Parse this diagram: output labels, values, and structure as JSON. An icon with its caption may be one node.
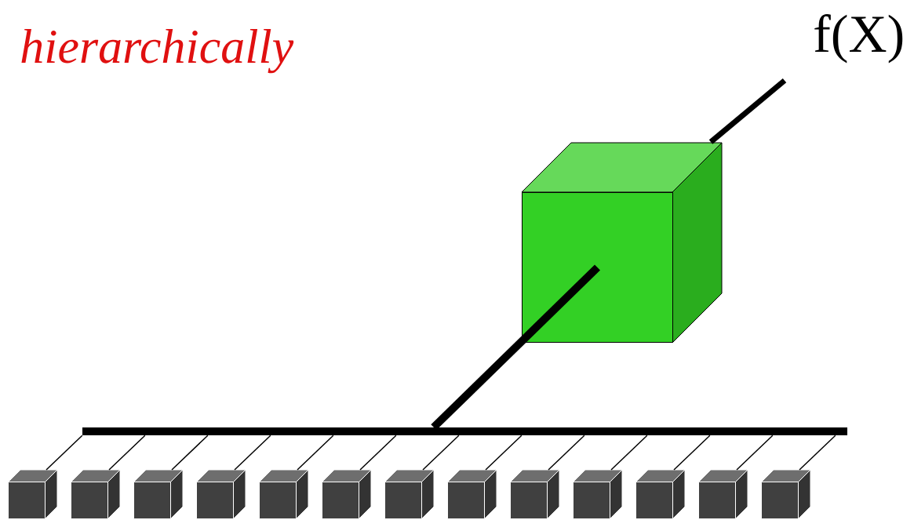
{
  "diagram": {
    "nodes": [
      {
        "text": [
          "f(X)"
        ]
      },
      {
        "text": [],
        "shape": "box"
      },
      {
        "text": [],
        "shape": "bar"
      },
      {
        "text": [],
        "shape": "box"
      },
      {
        "text": [],
        "shape": "box"
      },
      {
        "text": [],
        "shape": "box"
      },
      {
        "text": [],
        "shape": "box"
      },
      {
        "text": [],
        "shape": "box"
      },
      {
        "text": [],
        "shape": "box"
      },
      {
        "text": [],
        "shape": "box"
      },
      {
        "text": [],
        "shape": "box"
      },
      {
        "text": [],
        "shape": "box"
      },
      {
        "text": [],
        "shape": "box"
      },
      {
        "text": [],
        "shape": "box"
      },
      {
        "text": [],
        "shape": "box"
      },
      {
        "text": [],
        "shape": "box"
      }
    ],
    "edges": [
      {
        "from": 1,
        "to": 0,
        "arrow": "none",
        "style": "thick"
      },
      {
        "from": 2,
        "to": 1,
        "arrow": "none",
        "style": "thick"
      },
      {
        "from": 3,
        "to": 2,
        "arrow": "none"
      },
      {
        "from": 4,
        "to": 2,
        "arrow": "none"
      },
      {
        "from": 5,
        "to": 2,
        "arrow": "none"
      },
      {
        "from": 6,
        "to": 2,
        "arrow": "none"
      },
      {
        "from": 7,
        "to": 2,
        "arrow": "none"
      },
      {
        "from": 8,
        "to": 2,
        "arrow": "none"
      },
      {
        "from": 9,
        "to": 2,
        "arrow": "none"
      },
      {
        "from": 10,
        "to": 2,
        "arrow": "none"
      },
      {
        "from": 11,
        "to": 2,
        "arrow": "none"
      },
      {
        "from": 12,
        "to": 2,
        "arrow": "none"
      },
      {
        "from": 13,
        "to": 2,
        "arrow": "none"
      },
      {
        "from": 14,
        "to": 2,
        "arrow": "none"
      },
      {
        "from": 15,
        "to": 2,
        "arrow": "none"
      }
    ],
    "labels": [
      "*hierarchically*"
    ]
  }
}
